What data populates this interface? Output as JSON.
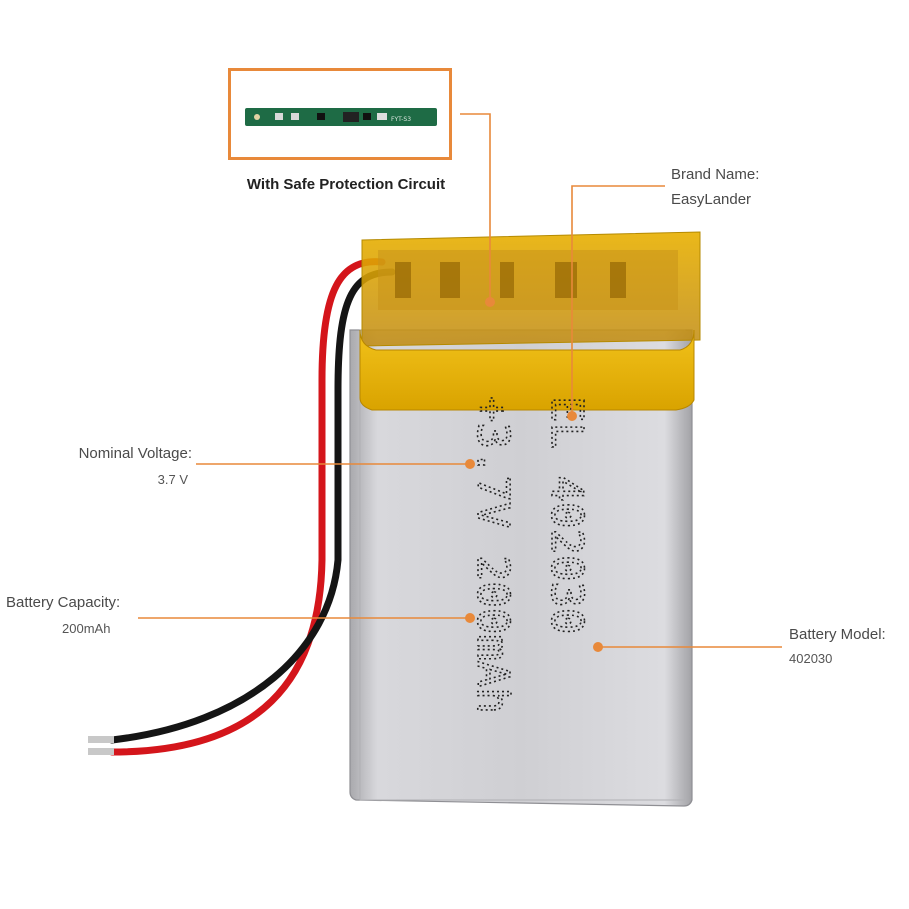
{
  "callouts": {
    "pcb_caption": "With Safe Protection Circuit",
    "brand": {
      "label": "Brand Name:",
      "value": "EasyLander"
    },
    "voltage": {
      "label": "Nominal Voltage:",
      "value": "3.7 V"
    },
    "capacity": {
      "label": "Battery  Capacity:",
      "value": "200mAh"
    },
    "model": {
      "label": "Battery Model:",
      "value": "402030"
    }
  },
  "battery_print": {
    "line1": "+3.7V 200mAh",
    "line2": "EL 402030"
  },
  "pcb_marking": "FYT-S3",
  "colors": {
    "callout_line": "#e8893a",
    "kapton": "#e8b800",
    "cell": "#c9c9cc",
    "pcb": "#1e6b45",
    "wire_red": "#d4151b",
    "wire_black": "#151515"
  }
}
